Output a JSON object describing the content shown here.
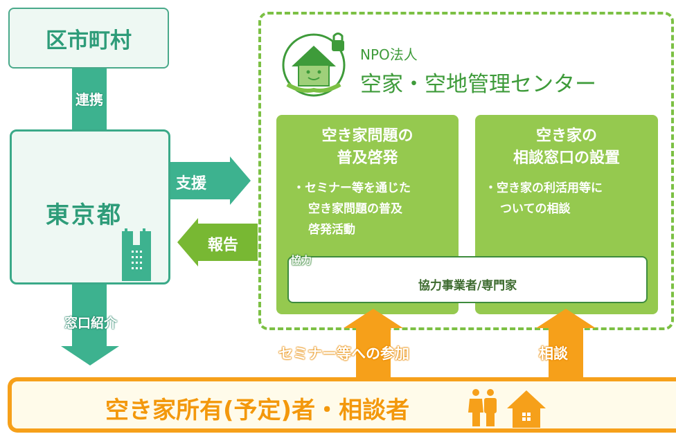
{
  "municipality": "区市町村",
  "link_label": "連携",
  "tokyo": "東京都",
  "referral_label": "窓口紹介",
  "support_label": "支援",
  "report_label": "報告",
  "npo": {
    "line1": "NPO法人",
    "line2": "空家・空地管理センター"
  },
  "panel1": {
    "title_line1": "空き家問題の",
    "title_line2": "普及啓発",
    "body_line1": "・セミナー等を通じた",
    "body_line2": "空き家問題の普及",
    "body_line3": "啓発活動"
  },
  "panel2": {
    "title_line1": "空き家の",
    "title_line2": "相談窓口の設置",
    "body_line1": "・空き家の利活用等に",
    "body_line2": "ついての相談"
  },
  "cooperation": {
    "tag": "協力",
    "label": "協力事業者/専門家"
  },
  "seminar_label": "セミナー等への参加",
  "consult_label": "相談",
  "owner_label": "空き家所有(予定)者・相談者",
  "colors": {
    "teal": "#3db28f",
    "green": "#78b833",
    "panel_green": "#95c94f",
    "orange": "#f6a01a"
  }
}
